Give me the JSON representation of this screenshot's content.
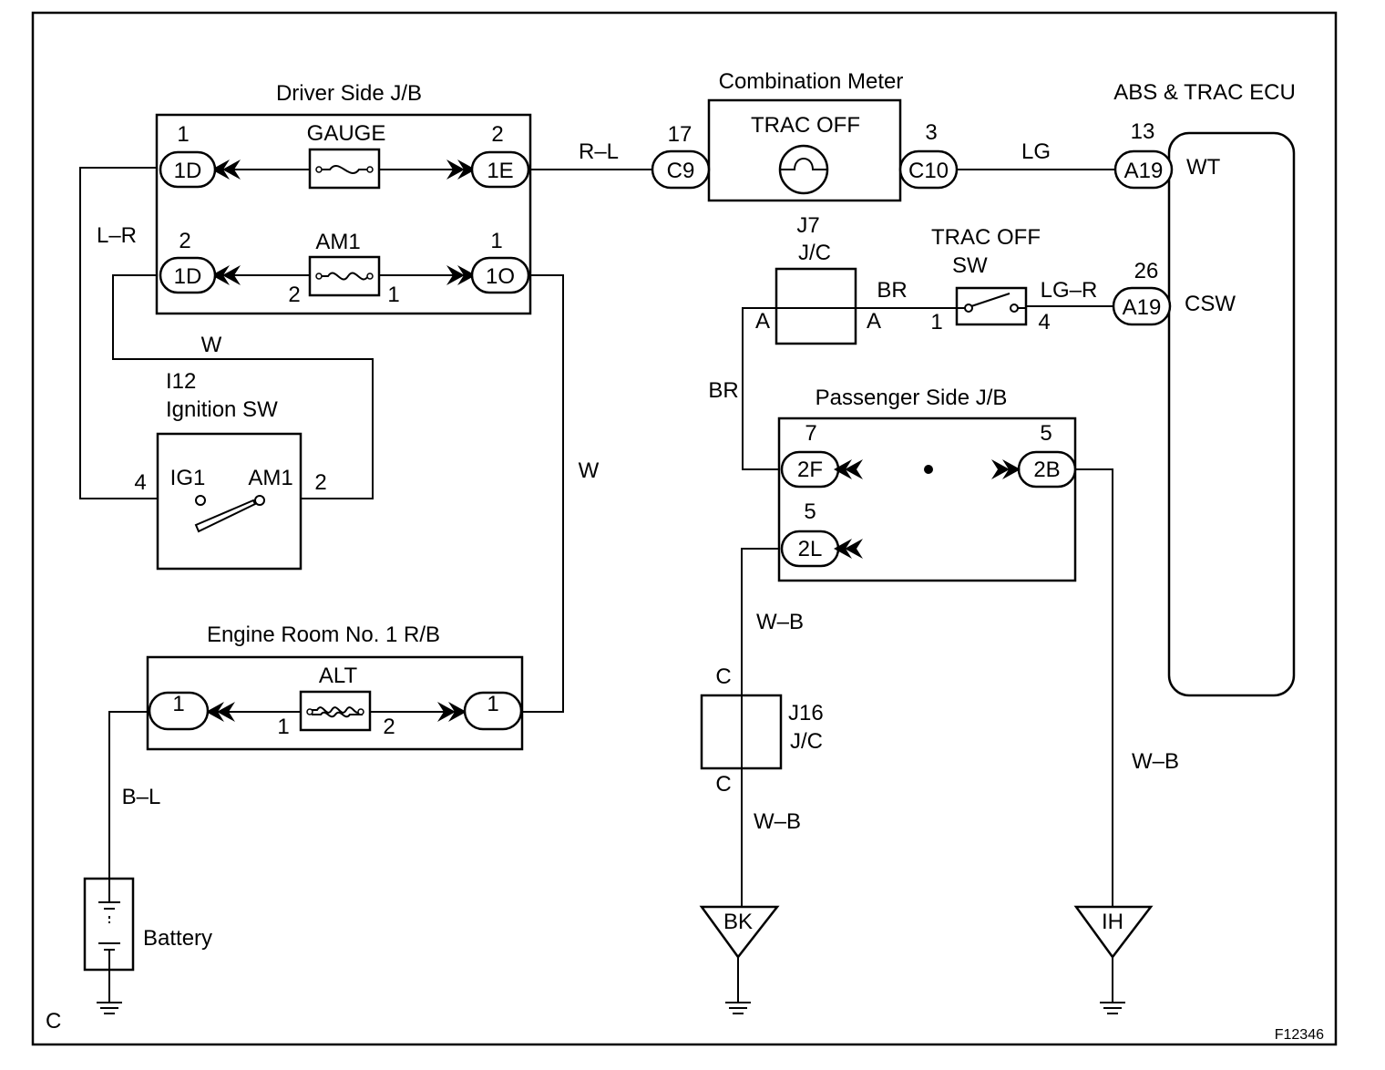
{
  "components": {
    "driver_jb": "Driver Side J/B",
    "combination_meter": "Combination Meter",
    "abs_trac_ecu": "ABS & TRAC ECU",
    "j7_id": "J7",
    "j7_type": "J/C",
    "trac_off_sw_line1": "TRAC OFF",
    "trac_off_sw_line2": "SW",
    "passenger_jb": "Passenger Side J/B",
    "ignition_sw_id": "I12",
    "ignition_sw_name": "Ignition SW",
    "engine_rb": "Engine Room No. 1 R/B",
    "j16_id": "J16",
    "j16_type": "J/C",
    "battery": "Battery"
  },
  "fuses": {
    "gauge": "GAUGE",
    "am1": "AM1",
    "alt": "ALT"
  },
  "indicator": "TRAC OFF",
  "connectors": {
    "d_1D_top": "1D",
    "d_1E": "1E",
    "d_1D_bot": "1D",
    "d_1O": "1O",
    "c9": "C9",
    "c10": "C10",
    "a19_top": "A19",
    "a19_bot": "A19",
    "p_2F": "2F",
    "p_2B": "2B",
    "p_2L": "2L",
    "e_left": "1",
    "e_right": "1"
  },
  "pins": {
    "d_1D_top": "1",
    "d_1E": "2",
    "d_1D_bot": "2",
    "d_1O": "1",
    "am1_left": "2",
    "am1_right": "1",
    "c9": "17",
    "c10": "3",
    "a19_top": "13",
    "a19_bot": "26",
    "sw_left": "1",
    "sw_right": "4",
    "p_2F": "7",
    "p_2B": "5",
    "p_2L": "5",
    "ig_left": "4",
    "ig_right": "2",
    "alt_left": "1",
    "alt_right": "2"
  },
  "terminals": {
    "ig1": "IG1",
    "am1": "AM1",
    "wt": "WT",
    "csw": "CSW",
    "j7_left": "A",
    "j7_right": "A",
    "j16_top": "C",
    "j16_bot": "C"
  },
  "wires": {
    "r_l": "R–L",
    "lg": "LG",
    "l_r": "L–R",
    "w_left": "W",
    "w_right": "W",
    "br_top": "BR",
    "br_left": "BR",
    "lg_r": "LG–R",
    "w_b_1": "W–B",
    "w_b_2": "W–B",
    "w_b_3": "W–B",
    "b_l": "B–L"
  },
  "grounds": {
    "bk": "BK",
    "ih": "IH"
  },
  "footer": {
    "corner": "C",
    "figure_id": "F12346"
  }
}
